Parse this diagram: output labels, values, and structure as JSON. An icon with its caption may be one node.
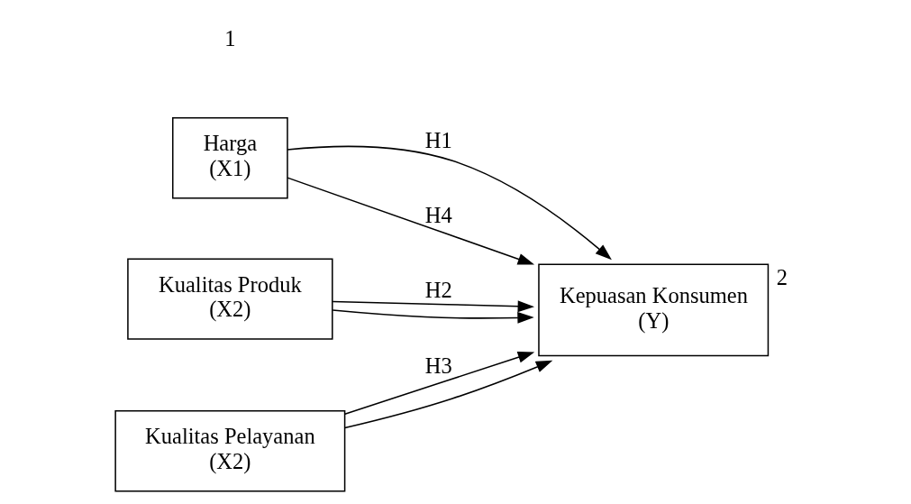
{
  "diagram": {
    "nodes": [
      {
        "text": [
          "Harga",
          "(X1)"
        ]
      },
      {
        "text": [
          "Kualitas Produk",
          "(X2)"
        ]
      },
      {
        "text": [
          "Kualitas Pelayanan",
          "(X2)"
        ]
      },
      {
        "text": [
          "Kepuasan Konsumen",
          "(Y)"
        ],
        "beside": [
          "2"
        ]
      }
    ],
    "edges": [
      {
        "from": 0,
        "to": 3,
        "arrow": "to",
        "label": "H1"
      },
      {
        "from": 1,
        "to": 3,
        "arrow": "to",
        "label": "H2"
      },
      {
        "from": 2,
        "to": 3,
        "arrow": "to",
        "label": "H3"
      },
      {
        "from": 0,
        "to": 3,
        "arrow": "to",
        "label": "H4"
      },
      {
        "from": 1,
        "to": 3,
        "arrow": "to"
      },
      {
        "from": 2,
        "to": 3,
        "arrow": "to"
      }
    ],
    "labels": [
      "1"
    ]
  }
}
